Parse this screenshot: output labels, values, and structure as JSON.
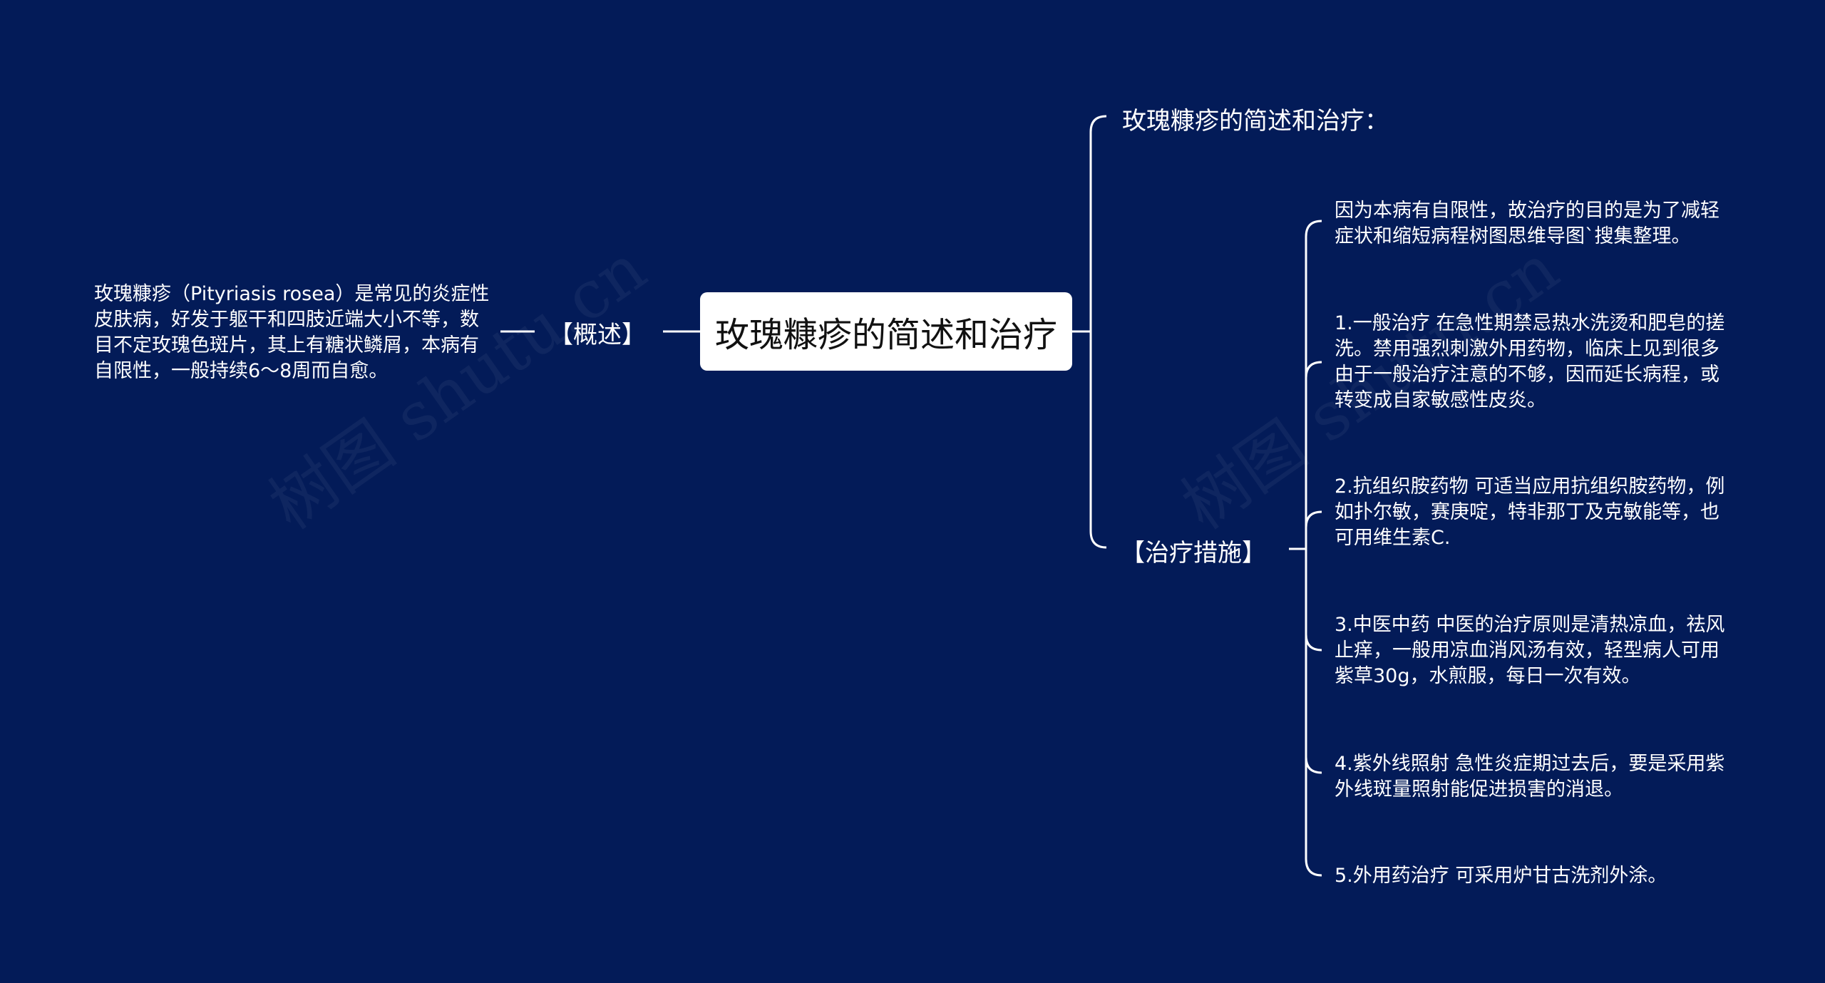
{
  "root": {
    "title": "玫瑰糠疹的简述和治疗"
  },
  "left": {
    "branch": "【概述】",
    "text": "玫瑰糠疹（Pityriasis rosea）是常见的炎症性皮肤病，好发于躯干和四肢近端大小不等，数目不定玫瑰色斑片，其上有糖状鳞屑，本病有自限性，一般持续6～8周而自愈。"
  },
  "right": {
    "heading": "玫瑰糠疹的简述和治疗：",
    "branch": "【治疗措施】",
    "items": [
      {
        "text": "因为本病有自限性，故治疗的目的是为了减轻症状和缩短病程树图思维导图`搜集整理。"
      },
      {
        "text": "1.一般治疗 在急性期禁忌热水洗烫和肥皂的搓洗。禁用强烈刺激外用药物，临床上见到很多由于一般治疗注意的不够，因而延长病程，或转变成自家敏感性皮炎。"
      },
      {
        "text": "2.抗组织胺药物 可适当应用抗组织胺药物，例如扑尔敏，赛庚啶，特非那丁及克敏能等，也可用维生素C."
      },
      {
        "text": "3.中医中药 中医的治疗原则是清热凉血，祛风止痒，一般用凉血消风汤有效，轻型病人可用紫草30g，水煎服，每日一次有效。"
      },
      {
        "text": "4.紫外线照射 急性炎症期过去后，要是采用紫外线斑量照射能促进损害的消退。"
      },
      {
        "text": "5.外用药治疗 可采用炉甘古洗剂外涂。"
      }
    ]
  },
  "watermarks": [
    "树图 shutu.cn",
    "树图 shutu.cn"
  ],
  "colors": {
    "background": "#031b58",
    "line": "#ffffff",
    "root_fill": "#ffffff"
  }
}
